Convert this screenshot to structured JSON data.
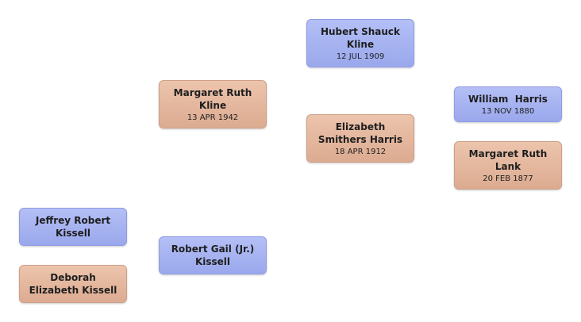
{
  "people": {
    "hubert": {
      "name": "Hubert Shauck Kline",
      "date": "12 JUL 1909"
    },
    "margaret_kline": {
      "name": "Margaret Ruth Kline",
      "date": "13 APR 1942"
    },
    "elizabeth": {
      "name": "Elizabeth Smithers Harris",
      "date": "18 APR 1912"
    },
    "william": {
      "name": "William  Harris",
      "date": "13 NOV 1880"
    },
    "margaret_lank": {
      "name": "Margaret Ruth Lank",
      "date": "20 FEB 1877"
    },
    "jeffrey": {
      "name": "Jeffrey Robert Kissell"
    },
    "robert": {
      "name": "Robert Gail (Jr.) Kissell"
    },
    "deborah": {
      "name": "Deborah Elizabeth Kissell"
    }
  },
  "colors": {
    "male": "#a6b2f0",
    "female": "#e4b89e"
  }
}
